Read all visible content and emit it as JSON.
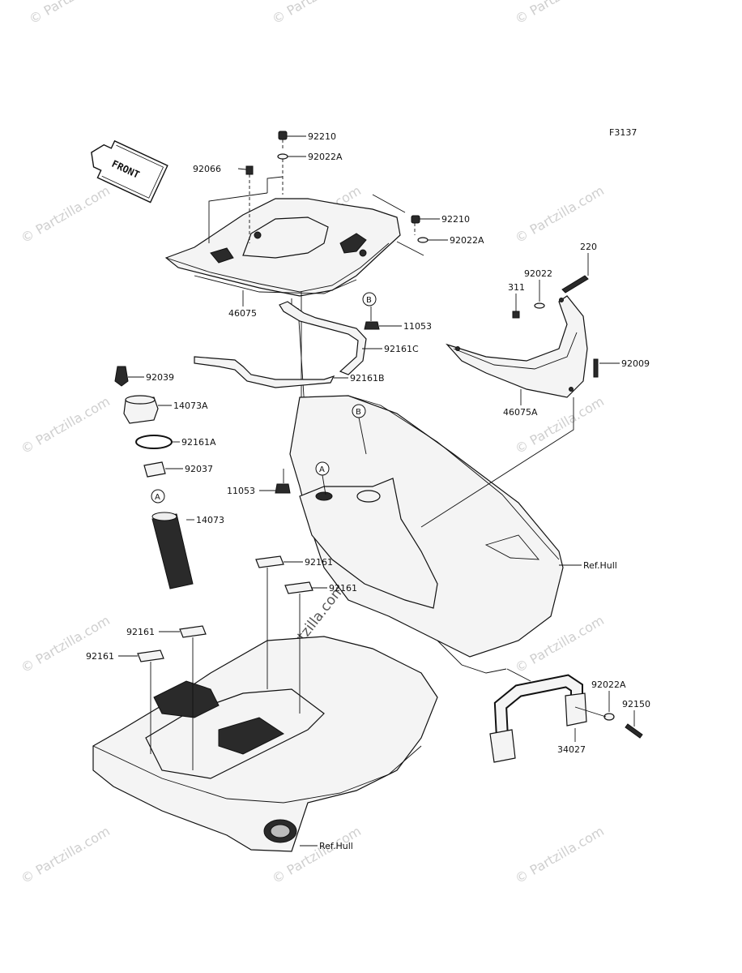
{
  "diagram_code": "F3137",
  "front_label": "FRONT",
  "watermark_text": "© Partzilla.com",
  "callouts": {
    "p92210_top": "92210",
    "p92022A_top": "92022A",
    "p92066": "92066",
    "p92210_right": "92210",
    "p92022A_right": "92022A",
    "p46075": "46075",
    "p11053_top": "11053",
    "p92161C": "92161C",
    "p92161B": "92161B",
    "p92039": "92039",
    "p14073A": "14073A",
    "p92161A": "92161A",
    "p92037": "92037",
    "p14073": "14073",
    "p11053_mid": "11053",
    "p220": "220",
    "p92022": "92022",
    "p311": "311",
    "p92009": "92009",
    "p46075A": "46075A",
    "ref_hull_right": "Ref.Hull",
    "p92161_1": "92161",
    "p92161_2": "92161",
    "p92161_3": "92161",
    "p92161_4": "92161",
    "p92022A_bottom": "92022A",
    "p92150": "92150",
    "p34027": "34027",
    "ref_hull_bottom": "Ref.Hull"
  },
  "markers": {
    "A": "A",
    "B": "B"
  }
}
